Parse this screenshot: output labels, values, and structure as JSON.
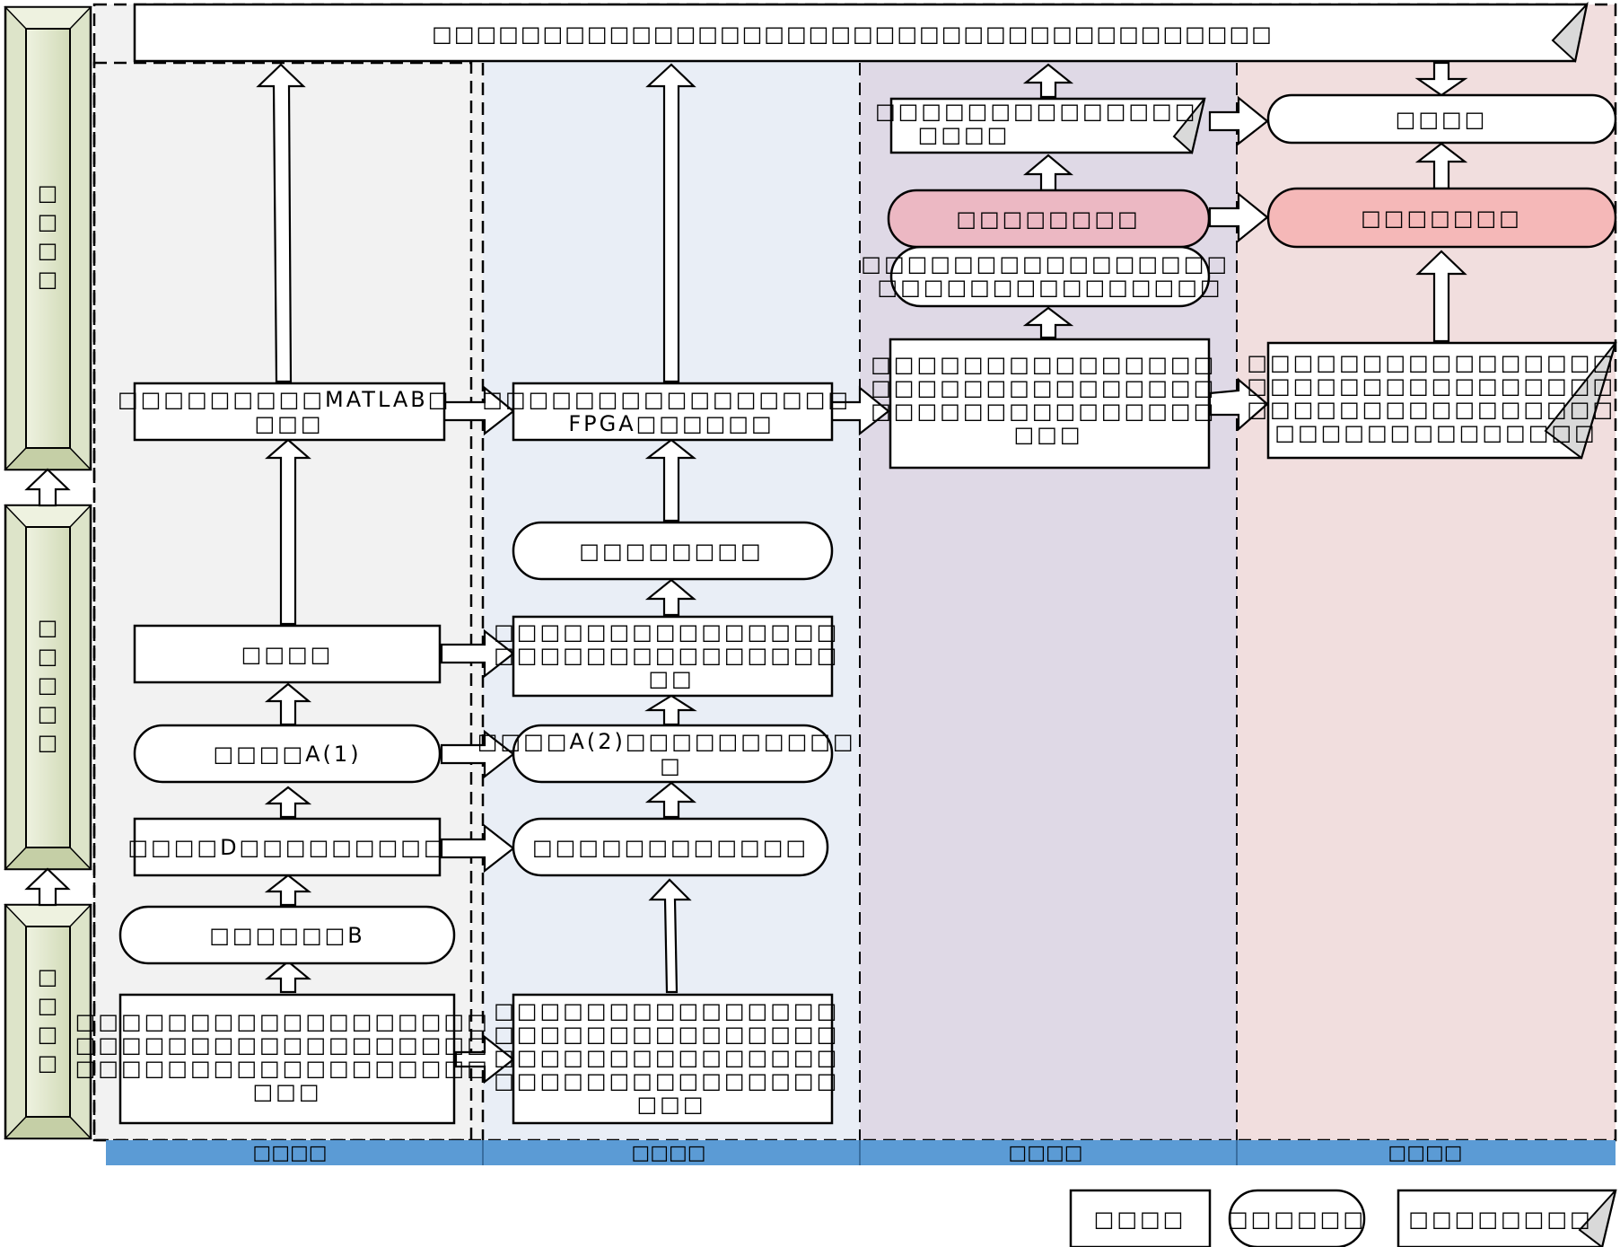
{
  "colors": {
    "lane1": "#f2f2f2",
    "lane2": "#e9eef6",
    "lane3": "#dfd9e6",
    "lane4": "#f1dede",
    "lane_bar": "#5b9bd5",
    "stage_block": "#dde4c9",
    "highlight_box_3": "#ecb8c3",
    "highlight_box_4": "#f5b8b8",
    "glyph_box": "#ffffff"
  },
  "stages": {
    "top": {
      "label": "□□□□"
    },
    "middle": {
      "label": "□□□□□"
    },
    "bottom": {
      "label": "□□□□"
    }
  },
  "lanes": [
    {
      "label": "□□□□"
    },
    {
      "label": "□□□□"
    },
    {
      "label": "□□□□"
    },
    {
      "label": "□□□□"
    }
  ],
  "title_banner": {
    "text": "□□□□□□□□□□□□□□□□□□□□□□□□□□□□□□□□□□□□□□"
  },
  "lane1": {
    "n1": {
      "lines": [
        "□□□□□□□□□□□□□□□□□□",
        "□□□□□□□□□□□□□□□□□□",
        "□□□□□□□□□□□□□□□□□□",
        "□□□"
      ]
    },
    "n2": {
      "lines": [
        "□□□□□□B"
      ]
    },
    "n3": {
      "lines": [
        "□□□□D□□□□□□□□□"
      ]
    },
    "n4": {
      "lines": [
        "□□□□A(1)"
      ]
    },
    "n5": {
      "lines": [
        "□□□□"
      ]
    },
    "n6": {
      "lines": [
        "□□□□□□□□□MATLAB□",
        "□□□"
      ]
    }
  },
  "lane2": {
    "n1": {
      "lines": [
        "□□□□□□□□□□□□□□□",
        "□□□□□□□□□□□□□□□",
        "□□□□□□□□□□□□□□□",
        "□□□□□□□□□□□□□□□",
        "□□□"
      ]
    },
    "n2": {
      "lines": [
        "□□□□□□□□□□□□"
      ]
    },
    "n3": {
      "lines": [
        "□□□□A(2)□□□□□□□□□□",
        "□"
      ]
    },
    "n4": {
      "lines": [
        "□□□□□□□□□□□□□□□",
        "□□□□□□□□□□□□□□□",
        "□□"
      ]
    },
    "n5": {
      "lines": [
        "□□□□□□□□"
      ]
    },
    "n6": {
      "lines": [
        "□□□□□□□□□□□□□□□□",
        "FPGA□□□□□□"
      ]
    }
  },
  "lane3": {
    "n1": {
      "lines": [
        "□□□□□□□□□□□□□□□",
        "□□□□□□□□□□□□□□□",
        "□□□□□□□□□□□□□□□",
        "□□□"
      ]
    },
    "n2": {
      "lines": [
        "□□□□□□□□□□□□□□□□",
        "□□□□□□□□□□□□□□□"
      ]
    },
    "n3": {
      "lines": [
        "□□□□□□□□"
      ]
    },
    "n4": {
      "lines": [
        "□□□□□□□□□□□□□□",
        "□□□□"
      ]
    }
  },
  "lane4": {
    "n1": {
      "lines": [
        "□□□□□□□□□□□□□□□□",
        "□□□□□□□□□□□□□□□□",
        "□□□□□□□□□□□□□□□□",
        "□□□□□□□□□□□□□□"
      ]
    },
    "n2": {
      "lines": [
        "□□□□□□□"
      ]
    },
    "n3": {
      "lines": [
        "□□□□"
      ]
    }
  },
  "legend": {
    "rect_label": "□□□□",
    "round_label": "□□□□□□",
    "doc_label": "□□□□□□□□"
  }
}
